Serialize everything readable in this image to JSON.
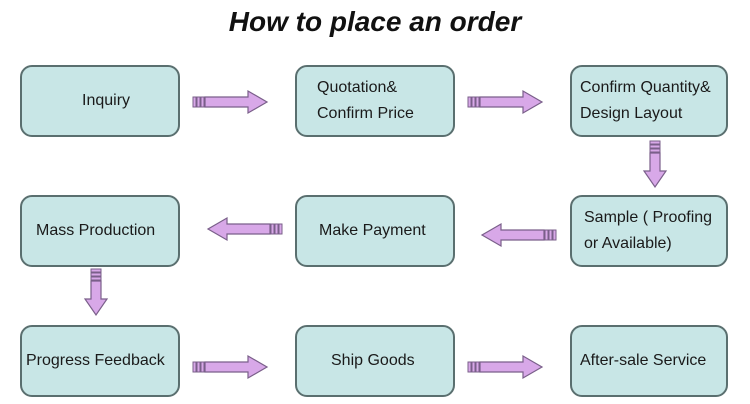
{
  "title": "How to place an order",
  "steps": [
    {
      "label": "Inquiry"
    },
    {
      "label": "Quotation&\nConfirm Price"
    },
    {
      "label": "Confirm Quantity&\nDesign Layout"
    },
    {
      "label": "Sample ( Proofing\nor Available)"
    },
    {
      "label": "Make Payment"
    },
    {
      "label": "Mass Production"
    },
    {
      "label": "Progress Feedback"
    },
    {
      "label": "Ship Goods"
    },
    {
      "label": "After-sale Service"
    }
  ],
  "colors": {
    "box_fill": "#c8e6e6",
    "box_border": "#5a6f6f",
    "arrow_fill": "#d8a8e8",
    "arrow_stroke": "#7a5f8a"
  }
}
